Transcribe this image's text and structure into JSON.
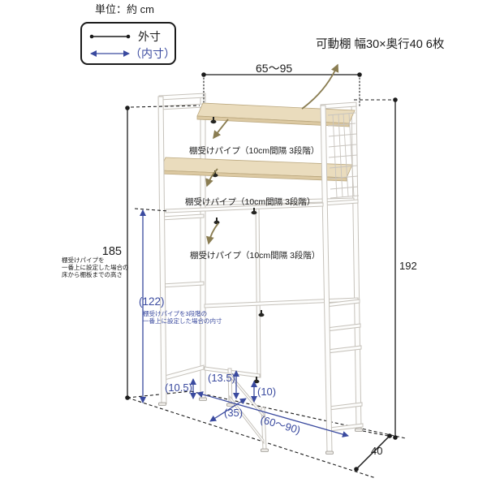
{
  "unit_label": "単位：約 cm",
  "legend": {
    "outer_label": "外寸",
    "inner_label": "（内寸）"
  },
  "annotations": {
    "movable_shelf": "可動棚 幅30×奥行40 6枚",
    "shelf_pipe_1": "棚受けパイプ（10cm間隔 3段階）",
    "shelf_pipe_2": "棚受けパイプ（10cm間隔 3段階）",
    "shelf_pipe_3": "棚受けパイプ（10cm間隔 3段階）",
    "left_note_1": "棚受けパイプを",
    "left_note_2": "一番上に設定した場合の",
    "left_note_3": "床から棚板までの高さ",
    "inner_note_1": "棚受けパイプを3段階の",
    "inner_note_2": "一番上に設定した場合の内寸"
  },
  "dimensions": {
    "top_width": "65～95",
    "left_height": "185",
    "right_height": "192",
    "depth": "40",
    "inner_height": "(122)",
    "inner_left_gap": "(10.5)",
    "inner_mid_gap": "(13.5)",
    "inner_small_gap": "(10)",
    "inner_depth": "(35)",
    "inner_width": "(60～90)"
  },
  "colors": {
    "dimension_black": "#1c1c1c",
    "dimension_blue": "#3a4a9f",
    "annotation_arrow_olive": "#8a7d52",
    "shelf_wood": "#eadcbd",
    "frame_outline": "#c6c2bb"
  }
}
